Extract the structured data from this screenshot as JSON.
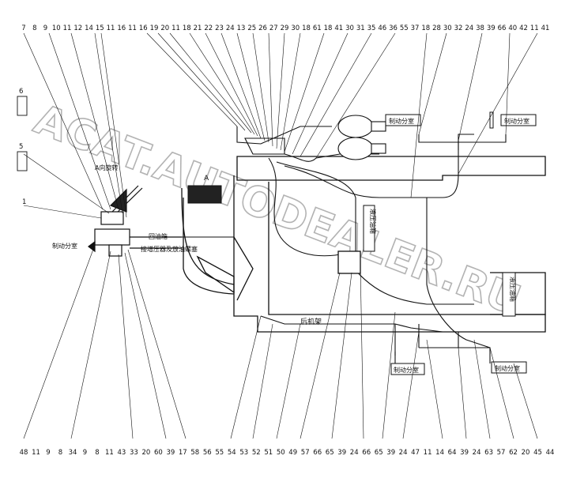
{
  "watermark": "ACAT.AUTODEALER.RU",
  "labels": {
    "brake_chamber_right_top": "制动分室",
    "brake_chamber_right_top2": "制动分室",
    "brake_chamber_left": "制动分室",
    "brake_chamber_bottom_mid": "制动分室",
    "brake_chamber_bottom_right": "制动分室",
    "return_oil": "回油箱",
    "to_cylinder": "接增压器及放油螺塞",
    "rear_frame": "后机架",
    "hydraulic_tank": "液压油箱",
    "tank_right": "液压油箱",
    "view_a": "A",
    "view_a_note": "A向旋转",
    "top_box_left_1": "6",
    "top_box_left_2": "5"
  },
  "callouts": {
    "top": [
      "7",
      "8",
      "9",
      "10",
      "11",
      "12",
      "14",
      "15",
      "11",
      "16",
      "11",
      "16",
      "19",
      "20",
      "11",
      "18",
      "21",
      "22",
      "23",
      "24",
      "13",
      "25",
      "26",
      "27",
      "29",
      "30",
      "18",
      "61",
      "18",
      "41",
      "30",
      "31",
      "35",
      "46",
      "36",
      "55",
      "37",
      "18",
      "28",
      "30",
      "32",
      "24",
      "38",
      "39",
      "66",
      "40",
      "42",
      "11",
      "41"
    ],
    "left": [
      "6",
      "5",
      "1"
    ],
    "bottom": [
      "48",
      "11",
      "9",
      "8",
      "34",
      "9",
      "8",
      "11",
      "43",
      "33",
      "20",
      "60",
      "39",
      "17",
      "58",
      "56",
      "55",
      "54",
      "53",
      "52",
      "51",
      "50",
      "49",
      "57",
      "66",
      "65",
      "39",
      "24",
      "66",
      "65",
      "39",
      "24",
      "47",
      "11",
      "14",
      "64",
      "39",
      "24",
      "63",
      "57",
      "62",
      "20",
      "45",
      "44"
    ]
  }
}
